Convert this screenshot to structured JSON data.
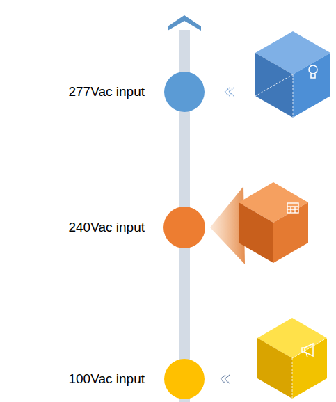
{
  "diagram": {
    "labels": [
      "277Vac input",
      "240Vac input",
      "100Vac input"
    ]
  }
}
